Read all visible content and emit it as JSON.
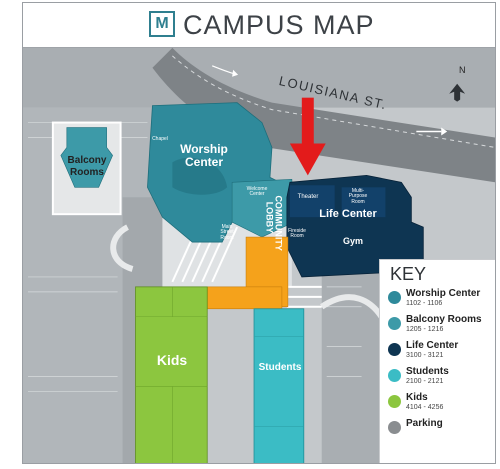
{
  "header": {
    "title": "CAMPUS MAP",
    "logo_letter": "M"
  },
  "map": {
    "street": "LOUISIANA ST.",
    "north": "N",
    "buildings": {
      "worship_center": "Worship\nCenter",
      "chapel": "Chapel",
      "welcome_center": "Welcome\nCenter",
      "main_street_room": "Main\nStreet\nRoom",
      "theater": "Theater",
      "multi_purpose_room": "Multi-\nPurpose\nRoom",
      "life_center": "Life Center",
      "fireside_room": "Fireside\nRoom",
      "gym": "Gym",
      "community_lobby": "COMMUNITY\nLOBBY",
      "kids": "Kids",
      "students": "Students",
      "balcony_rooms": "Balcony\nRooms"
    }
  },
  "key": {
    "title": "KEY",
    "items": [
      {
        "name": "Worship Center",
        "range": "1102 - 1106",
        "color": "#2f8a9b"
      },
      {
        "name": "Balcony Rooms",
        "range": "1205 - 1216",
        "color": "#3d9aa8"
      },
      {
        "name": "Life Center",
        "range": "3100 - 3121",
        "color": "#0e3552"
      },
      {
        "name": "Students",
        "range": "2100 - 2121",
        "color": "#3bbcc5"
      },
      {
        "name": "Kids",
        "range": "4104 - 4256",
        "color": "#8cc63f"
      },
      {
        "name": "Parking",
        "range": "",
        "color": "#8a8d90"
      }
    ]
  },
  "colors": {
    "worship": "#2f8a9b",
    "life_center": "#0e3552",
    "students": "#3bbcc5",
    "kids": "#8cc63f",
    "lobby": "#f5a21b",
    "pavement": "#a7acb0",
    "grass": "#cfd2d4",
    "arrow": "#e31b1b"
  },
  "annotation": {
    "pointer": "red-arrow-pointing-to-theater"
  }
}
